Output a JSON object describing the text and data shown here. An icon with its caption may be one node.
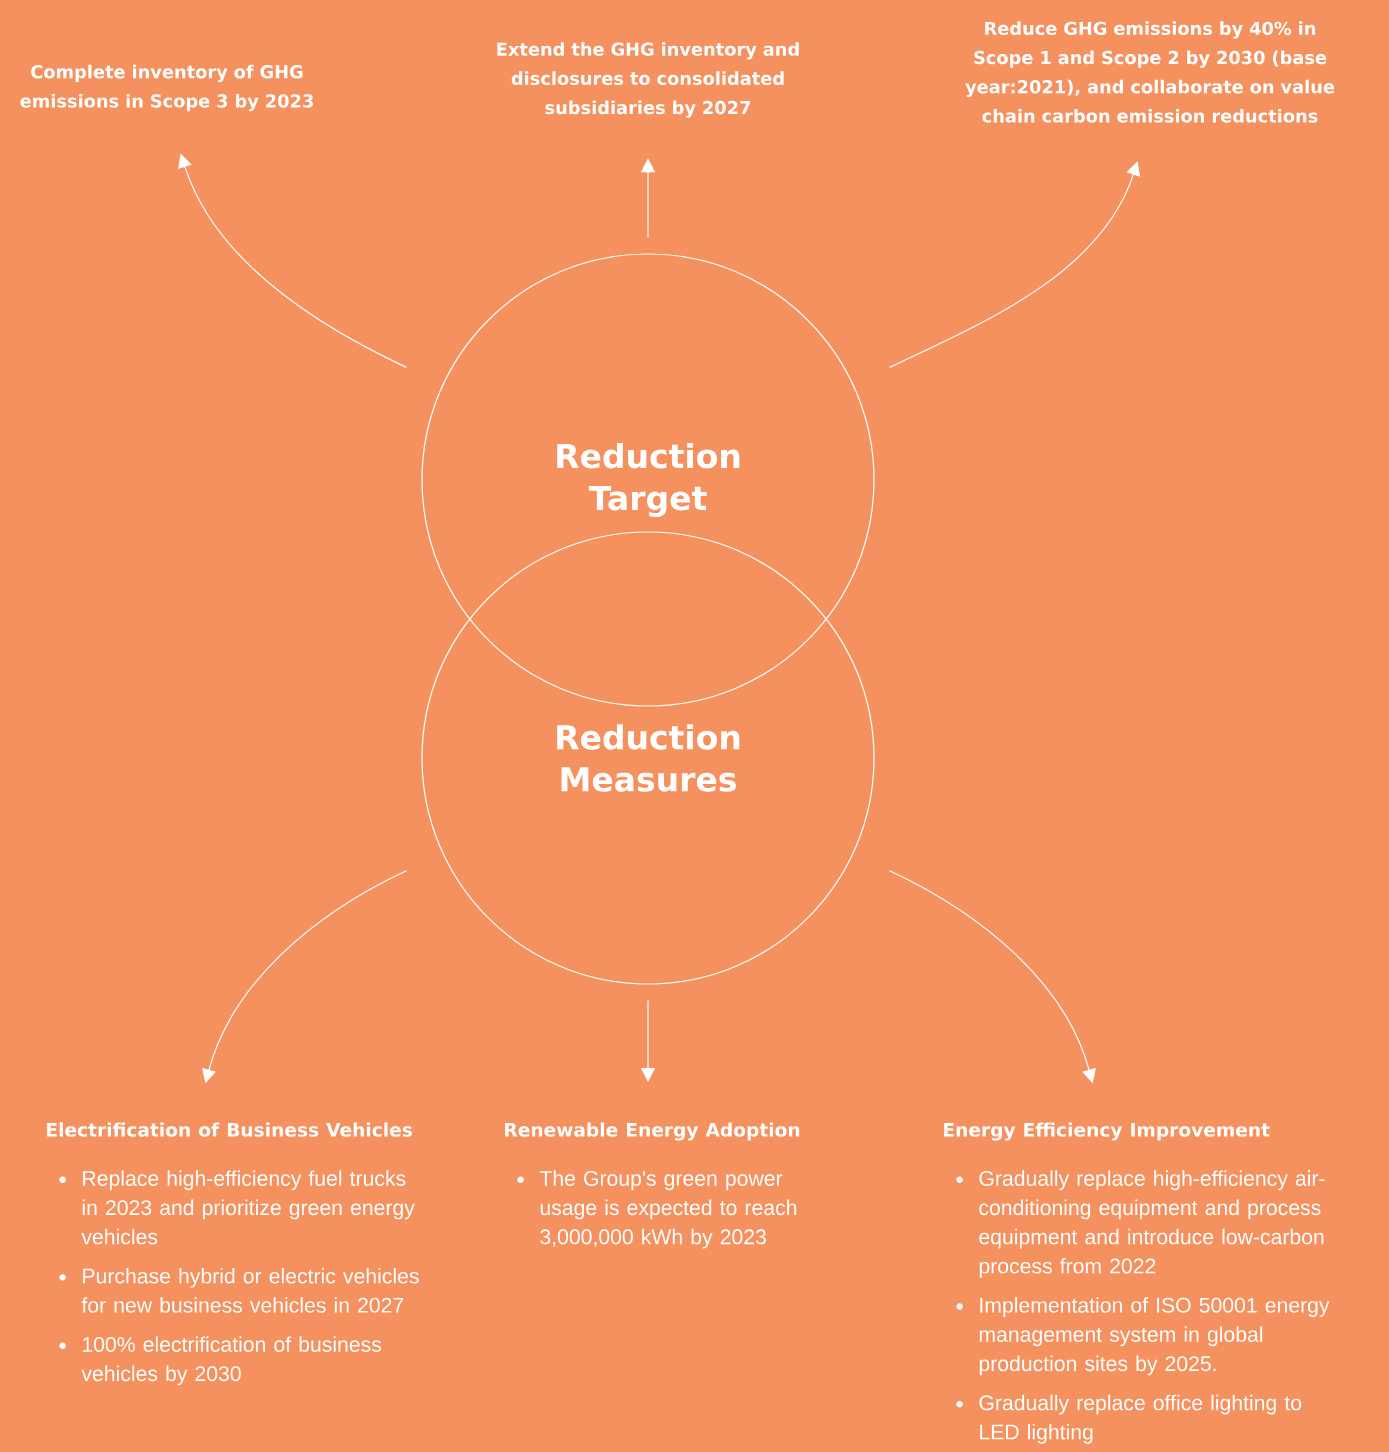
{
  "diagram": {
    "nodes": [
      {
        "text": [
          "Reduction Target"
        ]
      },
      {
        "text": [
          "Reduction Measures"
        ]
      },
      {
        "text": [
          "Complete inventory of GHG emissions in Scope 3 by 2023"
        ]
      },
      {
        "text": [
          "Extend the GHG inventory and disclosures to consolidated subsidiaries by 2027"
        ]
      },
      {
        "text": [
          "Reduce GHG emissions by 40% in Scope 1 and Scope 2 by 2030 (base year:2021), and collaborate on value chain carbon emission reductions"
        ]
      },
      {
        "text": [
          "Electrification of Business Vehicles",
          "Replace high-efficiency fuel trucks in 2023 and prioritize green energy vehicles",
          "Purchase hybrid or electric vehicles for new business vehicles in 2027",
          "100% electrification of business vehicles by 2030"
        ]
      },
      {
        "text": [
          "Renewable Energy Adoption",
          "The Group's green power usage is expected to reach 3,000,000 kWh by 2023"
        ]
      },
      {
        "text": [
          "Energy Efficiency Improvement",
          "Gradually replace high-efficiency air-conditioning equipment and process equipment and introduce low-carbon process from 2022",
          "Implementation of ISO 50001 energy management system in global production sites by 2025.",
          "Gradually replace office lighting to LED lighting"
        ]
      }
    ],
    "edges": [
      {
        "from": 0,
        "to": 2,
        "arrow": "to"
      },
      {
        "from": 0,
        "to": 3,
        "arrow": "to"
      },
      {
        "from": 0,
        "to": 4,
        "arrow": "to"
      },
      {
        "from": 1,
        "to": 5,
        "arrow": "to"
      },
      {
        "from": 1,
        "to": 6,
        "arrow": "to"
      },
      {
        "from": 1,
        "to": 7,
        "arrow": "to"
      }
    ]
  }
}
